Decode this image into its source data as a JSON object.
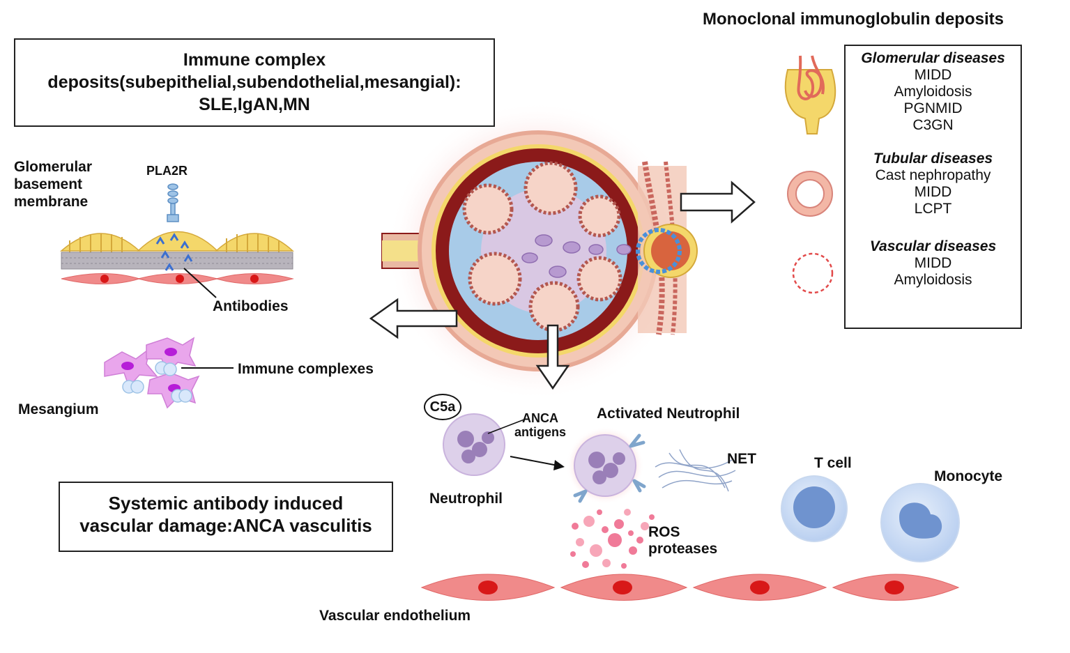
{
  "immune_complex_box": {
    "line1": "Immune complex",
    "line2": "deposits(subepithelial,subendothelial,mesangial):",
    "line3": "SLE,IgAN,MN"
  },
  "monoclonal": {
    "title": "Monoclonal immunoglobulin deposits",
    "glomerular": {
      "heading": "Glomerular diseases",
      "items": [
        "MIDD",
        "Amyloidosis",
        "PGNMID",
        "C3GN"
      ]
    },
    "tubular": {
      "heading": "Tubular diseases",
      "items": [
        "Cast nephropathy",
        "MIDD",
        "LCPT"
      ]
    },
    "vascular": {
      "heading": "Vascular diseases",
      "items": [
        "MIDD",
        "Amyloidosis"
      ]
    }
  },
  "left_panel": {
    "gbm_line1": "Glomerular",
    "gbm_line2": "basement",
    "gbm_line3": "membrane",
    "pla2r": "PLA2R",
    "antibodies": "Antibodies",
    "immune_complexes": "Immune complexes",
    "mesangium": "Mesangium"
  },
  "systemic_box": {
    "line1": "Systemic antibody induced",
    "line2": "vascular damage:ANCA vasculitis"
  },
  "bottom": {
    "c5a": "C5a",
    "anca_line1": "ANCA",
    "anca_line2": "antigens",
    "neutrophil": "Neutrophil",
    "activated_neutrophil": "Activated Neutrophil",
    "net": "NET",
    "ros": "ROS",
    "proteases": "proteases",
    "t_cell": "T cell",
    "monocyte": "Monocyte",
    "vascular_endothelium": "Vascular endothelium"
  },
  "colors": {
    "capsule": "#8b1a1a",
    "capillary_wall": "#a8cbe8",
    "mesangial": "#d9c8e3",
    "endothelial": "#f06a6a",
    "nucleus": "#d81818",
    "neutrophil": "#c9b3dd",
    "tcell": "#6f93cf",
    "glow": "#f7b6b6"
  }
}
